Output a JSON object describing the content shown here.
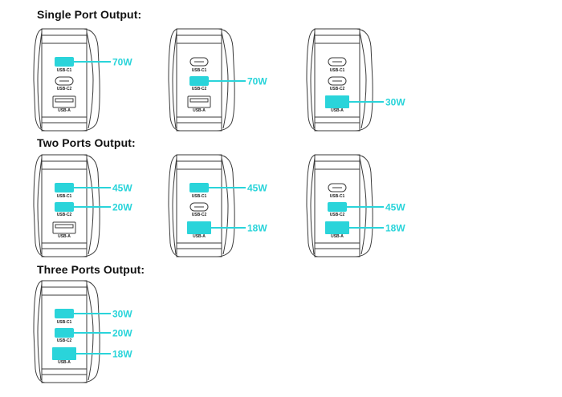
{
  "colors": {
    "accent": "#2ad4da",
    "outline": "#3a3a3a"
  },
  "port_labels": {
    "c1": "USB-C1",
    "c2": "USB-C2",
    "a": "USB-A"
  },
  "sections": [
    {
      "title": "Single Port Output:",
      "chargers": [
        {
          "active": [
            "c1"
          ],
          "watts": {
            "c1": "70W"
          }
        },
        {
          "active": [
            "c2"
          ],
          "watts": {
            "c2": "70W"
          }
        },
        {
          "active": [
            "a"
          ],
          "watts": {
            "a": "30W"
          }
        }
      ]
    },
    {
      "title": "Two Ports Output:",
      "chargers": [
        {
          "active": [
            "c1",
            "c2"
          ],
          "watts": {
            "c1": "45W",
            "c2": "20W"
          }
        },
        {
          "active": [
            "c1",
            "a"
          ],
          "watts": {
            "c1": "45W",
            "a": "18W"
          }
        },
        {
          "active": [
            "c2",
            "a"
          ],
          "watts": {
            "c2": "45W",
            "a": "18W"
          }
        }
      ]
    },
    {
      "title": "Three Ports Output:",
      "chargers": [
        {
          "active": [
            "c1",
            "c2",
            "a"
          ],
          "watts": {
            "c1": "30W",
            "c2": "20W",
            "a": "18W"
          }
        }
      ]
    }
  ]
}
